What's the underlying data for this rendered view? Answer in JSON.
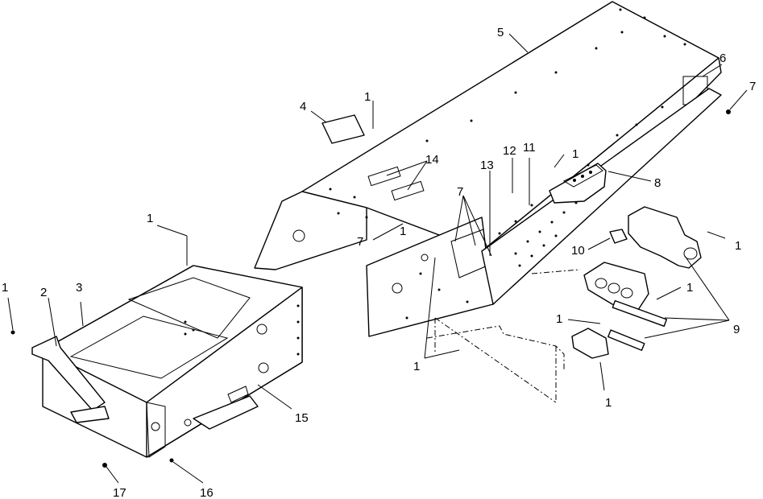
{
  "diagram": {
    "callouts": [
      {
        "id": "c-5",
        "text": "5"
      },
      {
        "id": "c-6",
        "text": "6"
      },
      {
        "id": "c-7a",
        "text": "7"
      },
      {
        "id": "c-4",
        "text": "4"
      },
      {
        "id": "c-1a",
        "text": "1"
      },
      {
        "id": "c-14",
        "text": "14"
      },
      {
        "id": "c-12",
        "text": "12"
      },
      {
        "id": "c-11",
        "text": "11"
      },
      {
        "id": "c-1b",
        "text": "1"
      },
      {
        "id": "c-8",
        "text": "8"
      },
      {
        "id": "c-13",
        "text": "13"
      },
      {
        "id": "c-7b",
        "text": "7"
      },
      {
        "id": "c-7c",
        "text": "7"
      },
      {
        "id": "c-1c",
        "text": "1"
      },
      {
        "id": "c-10",
        "text": "10"
      },
      {
        "id": "c-1d",
        "text": "1"
      },
      {
        "id": "c-1e",
        "text": "1"
      },
      {
        "id": "c-9",
        "text": "9"
      },
      {
        "id": "c-1f",
        "text": "1"
      },
      {
        "id": "c-1g",
        "text": "1"
      },
      {
        "id": "c-1h",
        "text": "1"
      },
      {
        "id": "c-1i",
        "text": "1"
      },
      {
        "id": "c-2",
        "text": "2"
      },
      {
        "id": "c-3",
        "text": "3"
      },
      {
        "id": "c-15",
        "text": "15"
      },
      {
        "id": "c-17",
        "text": "17"
      },
      {
        "id": "c-16",
        "text": "16"
      },
      {
        "id": "c-1j",
        "text": "1"
      }
    ]
  }
}
